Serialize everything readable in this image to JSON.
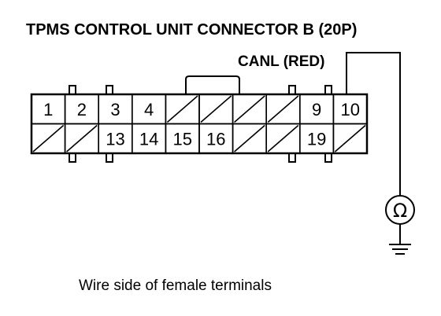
{
  "title": "TPMS CONTROL UNIT CONNECTOR B (20P)",
  "wire_label": "CANL (RED)",
  "connector": {
    "top_row": [
      {
        "pin": "1",
        "blank": false
      },
      {
        "pin": "2",
        "blank": false
      },
      {
        "pin": "3",
        "blank": false
      },
      {
        "pin": "4",
        "blank": false
      },
      {
        "pin": "",
        "blank": true
      },
      {
        "pin": "",
        "blank": true
      },
      {
        "pin": "",
        "blank": true
      },
      {
        "pin": "",
        "blank": true
      },
      {
        "pin": "9",
        "blank": false
      },
      {
        "pin": "10",
        "blank": false
      }
    ],
    "bottom_row": [
      {
        "pin": "",
        "blank": true
      },
      {
        "pin": "",
        "blank": true
      },
      {
        "pin": "13",
        "blank": false
      },
      {
        "pin": "14",
        "blank": false
      },
      {
        "pin": "15",
        "blank": false
      },
      {
        "pin": "16",
        "blank": false
      },
      {
        "pin": "",
        "blank": true
      },
      {
        "pin": "",
        "blank": true
      },
      {
        "pin": "19",
        "blank": false
      },
      {
        "pin": "",
        "blank": true
      }
    ]
  },
  "meter_symbol": "Ω",
  "meter_icon": "ohmmeter-icon",
  "ground_icon": "ground-icon",
  "caption": "Wire side of female terminals"
}
